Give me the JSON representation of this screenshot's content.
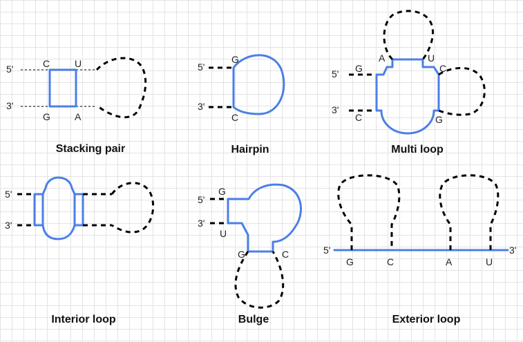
{
  "colors": {
    "strand": "#4a7fe8",
    "backbone": "#000000",
    "grid": "#e3e3e3"
  },
  "panels": {
    "stacking_pair": {
      "caption": "Stacking pair",
      "five": "5'",
      "three": "3'",
      "b1": "C",
      "b2": "U",
      "b3": "G",
      "b4": "A"
    },
    "hairpin": {
      "caption": "Hairpin",
      "five": "5'",
      "three": "3'",
      "b1": "G",
      "b2": "C"
    },
    "multi_loop": {
      "caption": "Multi loop",
      "five": "5'",
      "three": "3'",
      "g1": "G",
      "c1": "C",
      "a": "A",
      "u": "U",
      "c2": "C",
      "g2": "G"
    },
    "interior_loop": {
      "caption": "Interior loop",
      "five": "5'",
      "three": "3'"
    },
    "bulge": {
      "caption": "Bulge",
      "five": "5'",
      "three": "3'",
      "g1": "G",
      "u": "U",
      "g2": "G",
      "c": "C"
    },
    "exterior_loop": {
      "caption": "Exterior loop",
      "five": "5'",
      "three": "3'",
      "b1": "G",
      "b2": "C",
      "b3": "A",
      "b4": "U"
    }
  }
}
